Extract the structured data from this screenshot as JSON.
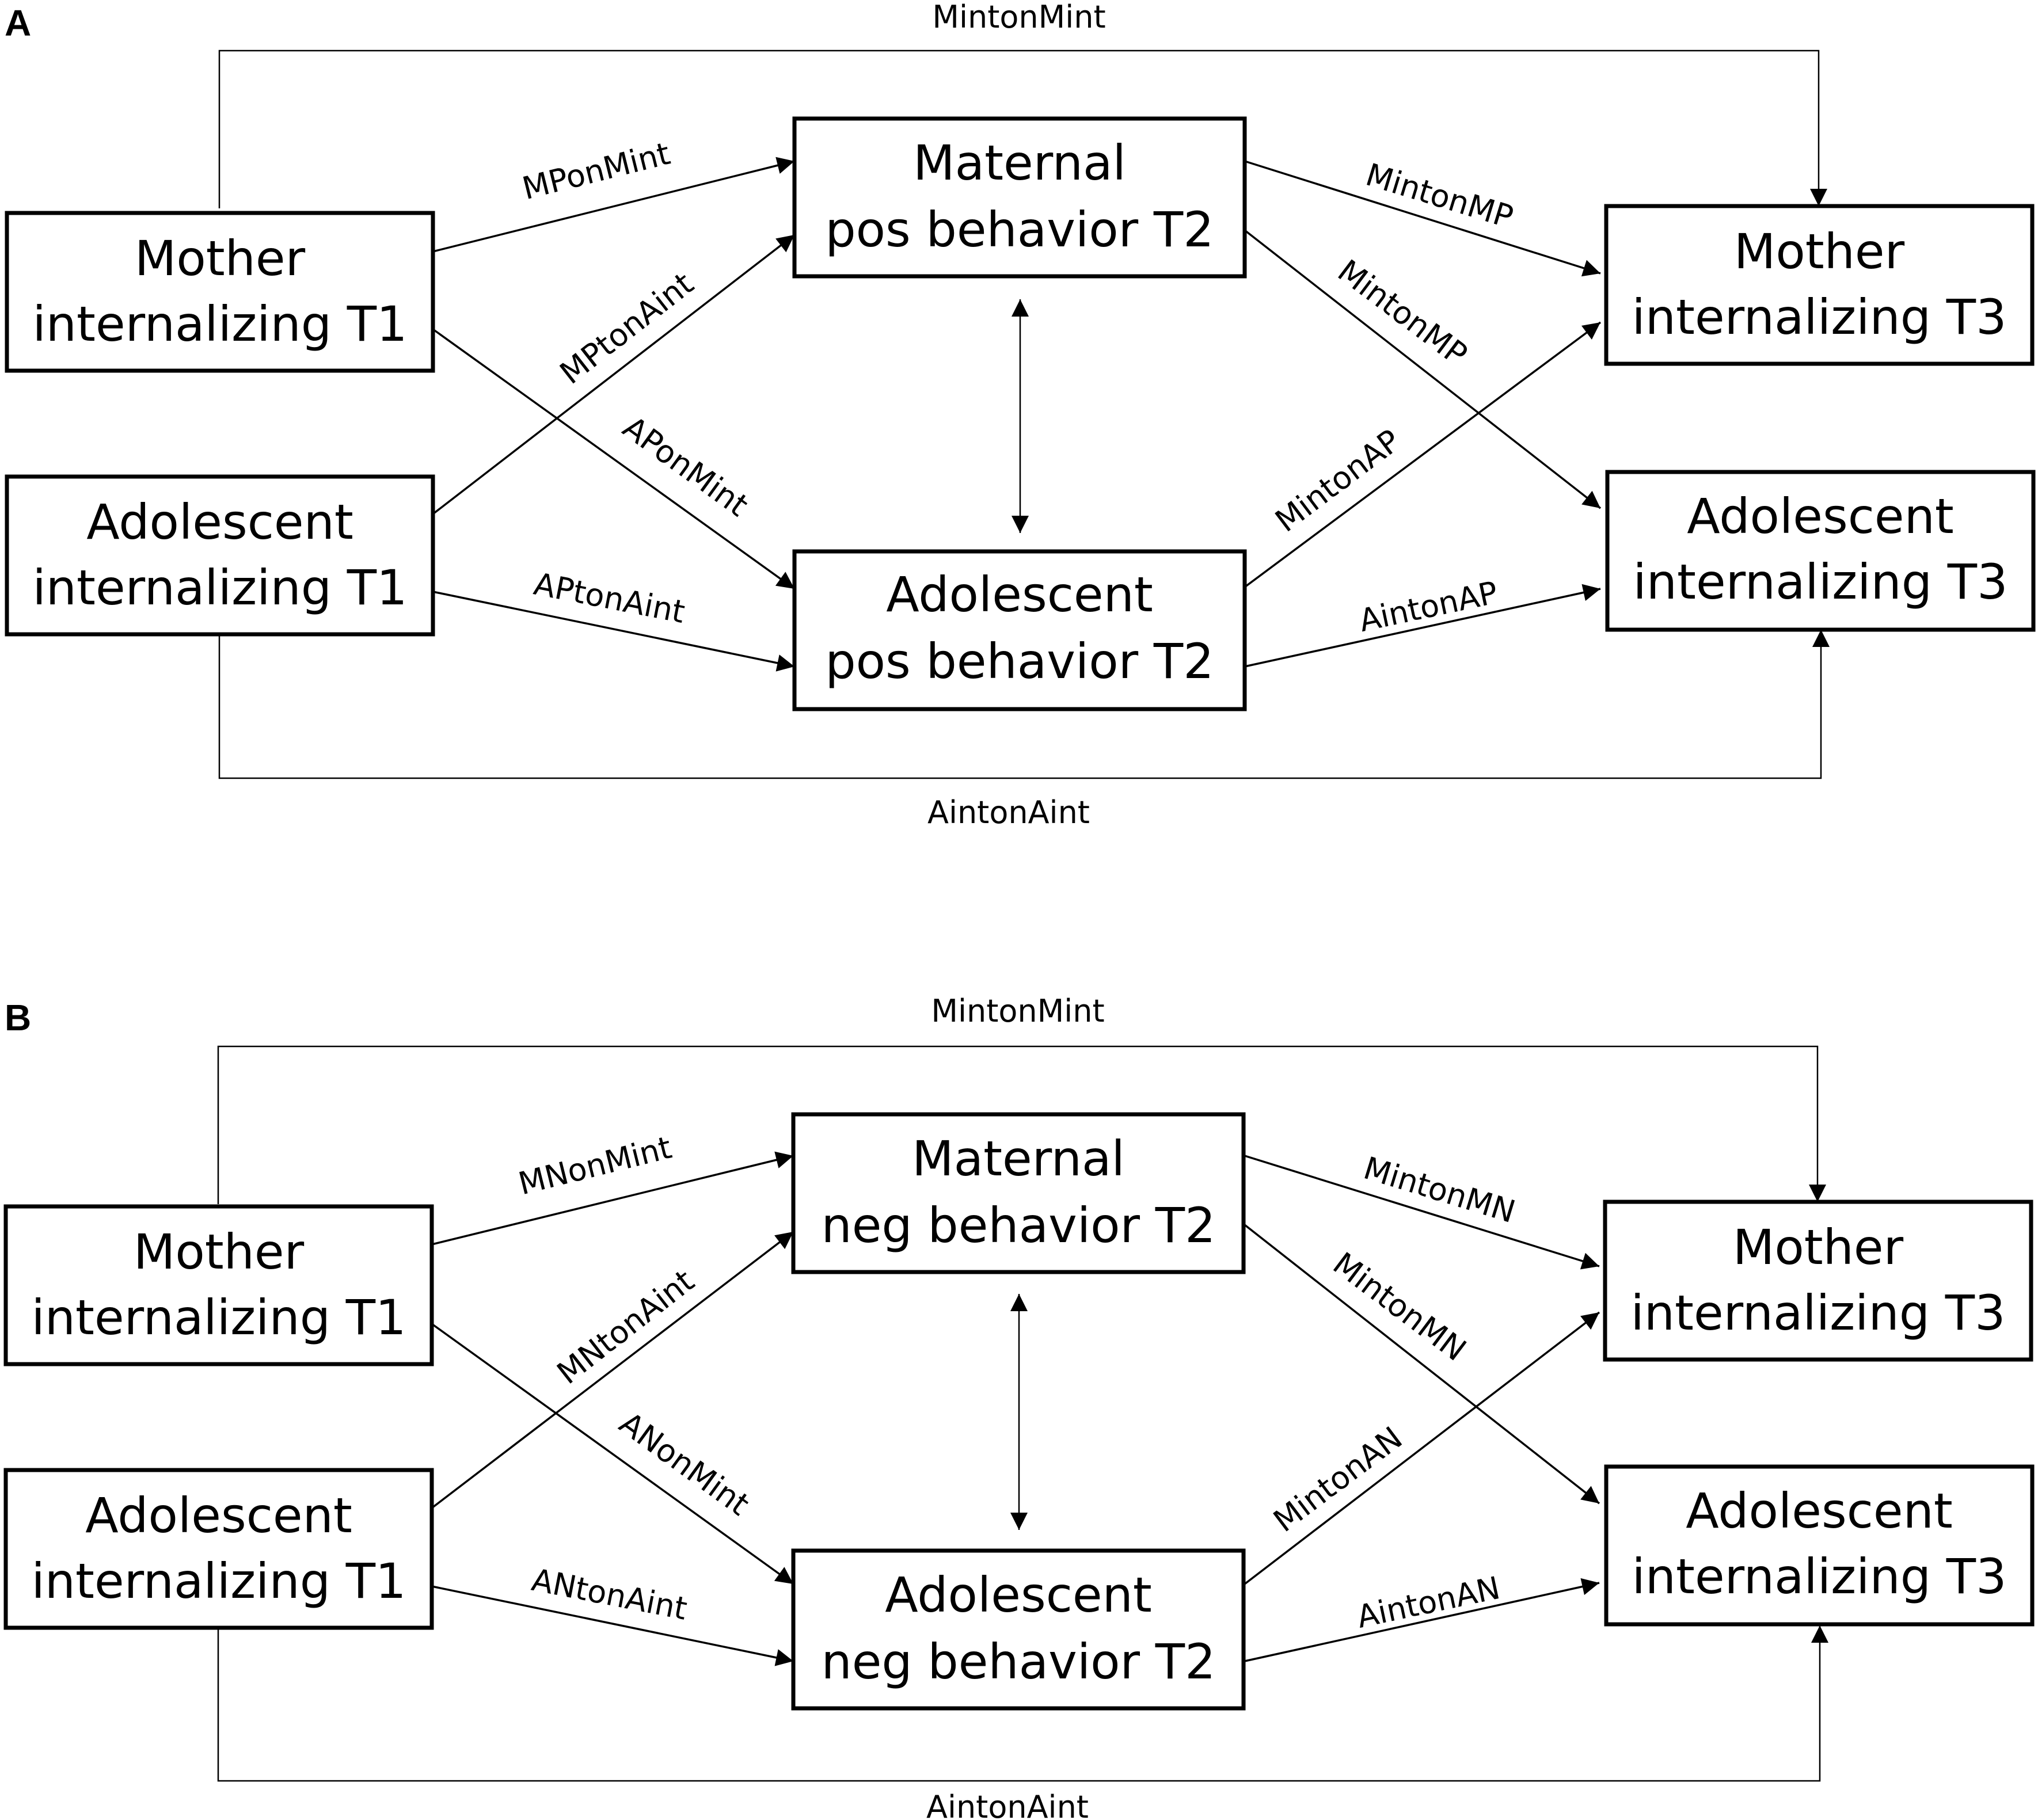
{
  "panels": [
    {
      "label": "A",
      "nodes": {
        "mother_t1": [
          "Mother",
          "internalizing T1"
        ],
        "adol_t1": [
          "Adolescent",
          "internalizing T1"
        ],
        "maternal_t2": [
          "Maternal",
          "pos behavior T2"
        ],
        "adol_t2": [
          "Adolescent",
          "pos behavior T2"
        ],
        "mother_t3": [
          "Mother",
          "internalizing T3"
        ],
        "adol_t3": [
          "Adolescent",
          "internalizing T3"
        ]
      },
      "paths": {
        "top": "MintonMint",
        "bottom": "AintonAint",
        "mom1_mat2": "MPonMint",
        "adol1_mat2": "MPtonAint",
        "mom1_adol2": "APonMint",
        "adol1_adol2": "APtonAint",
        "mat2_mom3": "MintonMP",
        "mat2_adol3": "MintonMP",
        "adol2_mom3": "MintonAP",
        "adol2_adol3": "AintonAP"
      }
    },
    {
      "label": "B",
      "nodes": {
        "mother_t1": [
          "Mother",
          "internalizing T1"
        ],
        "adol_t1": [
          "Adolescent",
          "internalizing T1"
        ],
        "maternal_t2": [
          "Maternal",
          "neg behavior T2"
        ],
        "adol_t2": [
          "Adolescent",
          "neg behavior T2"
        ],
        "mother_t3": [
          "Mother",
          "internalizing T3"
        ],
        "adol_t3": [
          "Adolescent",
          "internalizing T3"
        ]
      },
      "paths": {
        "top": "MintonMint",
        "bottom": "AintonAint",
        "mom1_mat2": "MNonMint",
        "adol1_mat2": "MNtonAint",
        "mom1_adol2": "ANonMint",
        "adol1_adol2": "ANtonAint",
        "mat2_mom3": "MintonMN",
        "mat2_adol3": "MintonMN",
        "adol2_mom3": "MintonAN",
        "adol2_adol3": "AintonAN"
      }
    }
  ]
}
